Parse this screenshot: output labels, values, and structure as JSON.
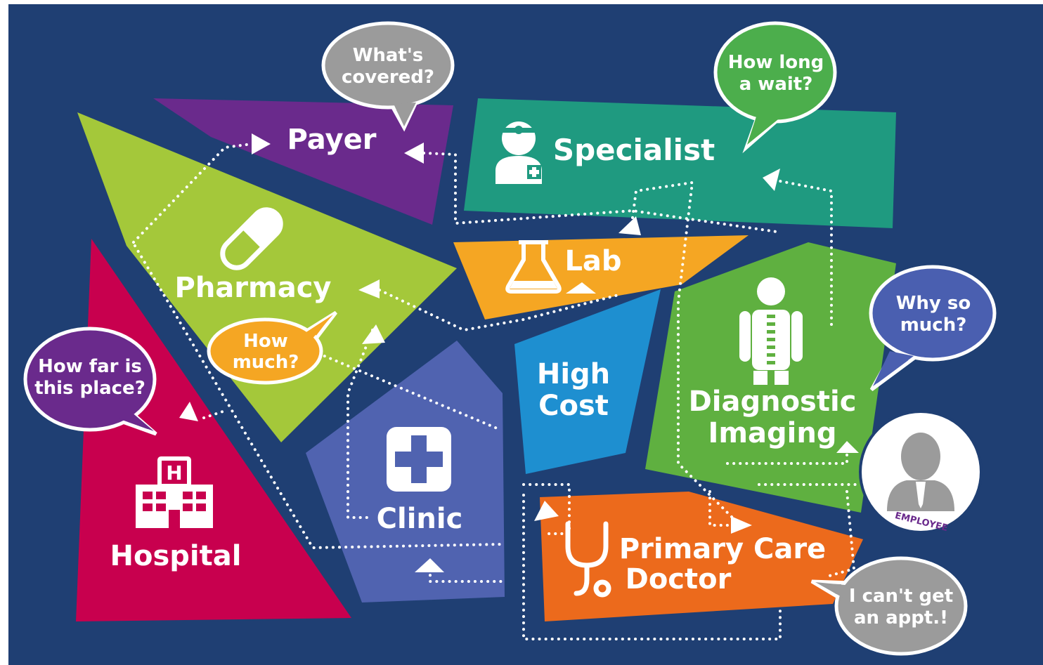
{
  "nodes": {
    "payer": {
      "label": "Payer",
      "color": "#6a2a8c"
    },
    "specialist": {
      "label": "Specialist",
      "color": "#1f9a80"
    },
    "pharmacy": {
      "label": "Pharmacy",
      "color": "#a4c83a"
    },
    "lab": {
      "label": "Lab",
      "color": "#f5a623"
    },
    "hospital": {
      "label": "Hospital",
      "color": "#c8004e"
    },
    "clinic": {
      "label": "Clinic",
      "color": "#5063b0"
    },
    "high_cost": {
      "line1": "High",
      "line2": "Cost",
      "color": "#1e8fd0"
    },
    "diagnostic": {
      "line1": "Diagnostic",
      "line2": "Imaging",
      "color": "#5fb040"
    },
    "primary_care": {
      "line1": "Primary Care",
      "line2": "Doctor",
      "color": "#ec6a1c"
    }
  },
  "bubbles": {
    "covered": {
      "line1": "What's",
      "line2": "covered?",
      "color": "#9b9b9b"
    },
    "wait": {
      "line1": "How long",
      "line2": "a wait?",
      "color": "#4cae4c"
    },
    "why_much": {
      "line1": "Why so",
      "line2": "much?",
      "color": "#4a5fb0"
    },
    "how_much": {
      "line1": "How",
      "line2": "much?",
      "color": "#f5a623"
    },
    "how_far": {
      "line1": "How far is",
      "line2": "this place?",
      "color": "#6a2a8c"
    },
    "appt": {
      "line1": "I can't get",
      "line2": "an appt.!",
      "color": "#9b9b9b"
    }
  },
  "employee": {
    "label": "EMPLOYEE"
  },
  "background": "#1f3f73"
}
